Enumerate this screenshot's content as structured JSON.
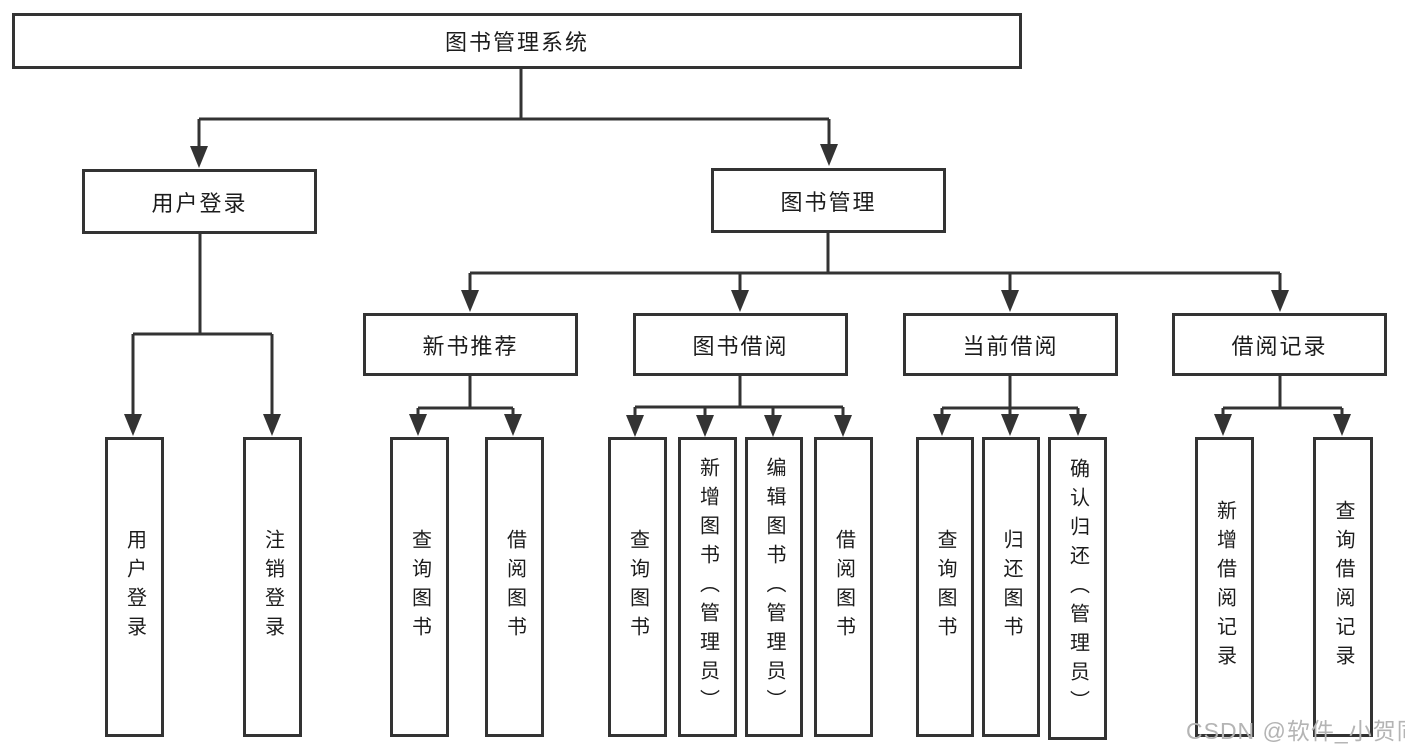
{
  "diagram": {
    "title_node": {
      "label": "图书管理系统"
    },
    "level2": [
      {
        "label": "用户登录"
      },
      {
        "label": "图书管理"
      }
    ],
    "level3": [
      {
        "label": "新书推荐"
      },
      {
        "label": "图书借阅"
      },
      {
        "label": "当前借阅"
      },
      {
        "label": "借阅记录"
      }
    ],
    "leaves": {
      "user_login": [
        "用户登录",
        "注销登录"
      ],
      "new_book": [
        "查询图书",
        "借阅图书"
      ],
      "book_borrow": [
        "查询图书",
        "新增图书（管理员）",
        "编辑图书（管理员）",
        "借阅图书"
      ],
      "current_borrow": [
        "查询图书",
        "归还图书",
        "确认归还（管理员）"
      ],
      "borrow_record": [
        "新增借阅记录",
        "查询借阅记录"
      ]
    },
    "colors": {
      "line": "#333333",
      "box_border": "#333333",
      "text": "#1c1c1c",
      "watermark": "#b4b4b4",
      "background": "#ffffff"
    }
  },
  "watermark": {
    "text": "CSDN @软件_小贺同学"
  }
}
